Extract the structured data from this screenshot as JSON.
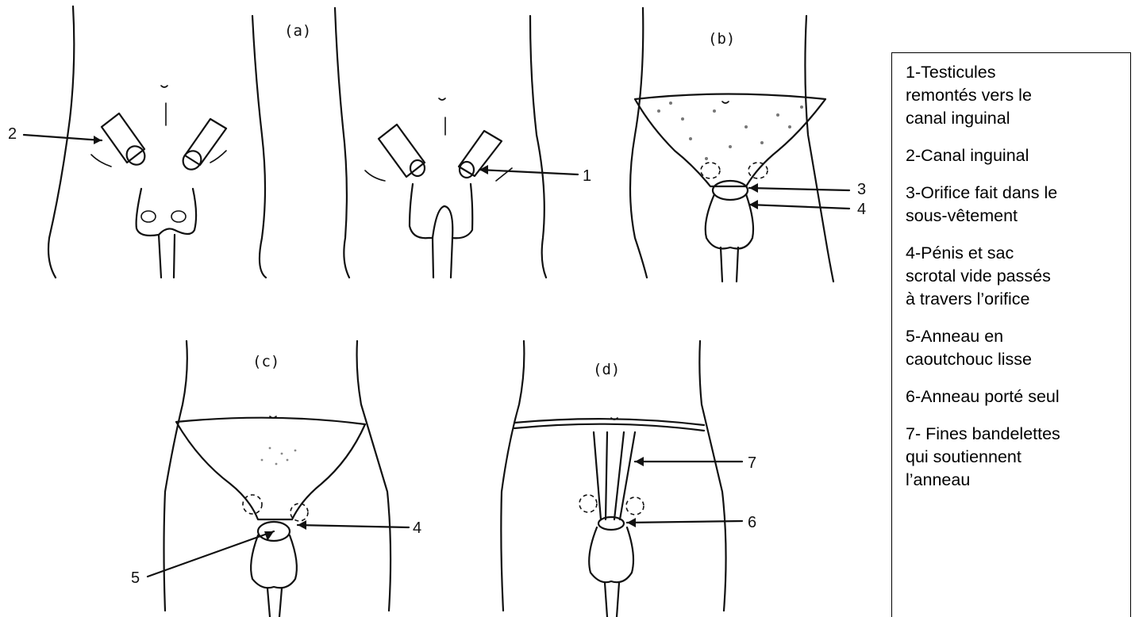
{
  "panels": {
    "a": "(a)",
    "b": "(b)",
    "c": "(c)",
    "d": "(d)"
  },
  "numbers": {
    "n1": "1",
    "n2": "2",
    "n3": "3",
    "n4_b": "4",
    "n4_c": "4",
    "n5": "5",
    "n6": "6",
    "n7": "7"
  },
  "legend": [
    "1-Testicules\nremontés vers le\ncanal inguinal",
    "2-Canal inguinal",
    "3-Orifice fait dans le\nsous-vêtement",
    "4-Pénis et sac\nscrotal vide passés\nà travers l’orifice",
    "5-Anneau en\ncaoutchouc lisse",
    "6-Anneau porté seul",
    "7- Fines bandelettes\nqui soutiennent\nl’anneau"
  ]
}
